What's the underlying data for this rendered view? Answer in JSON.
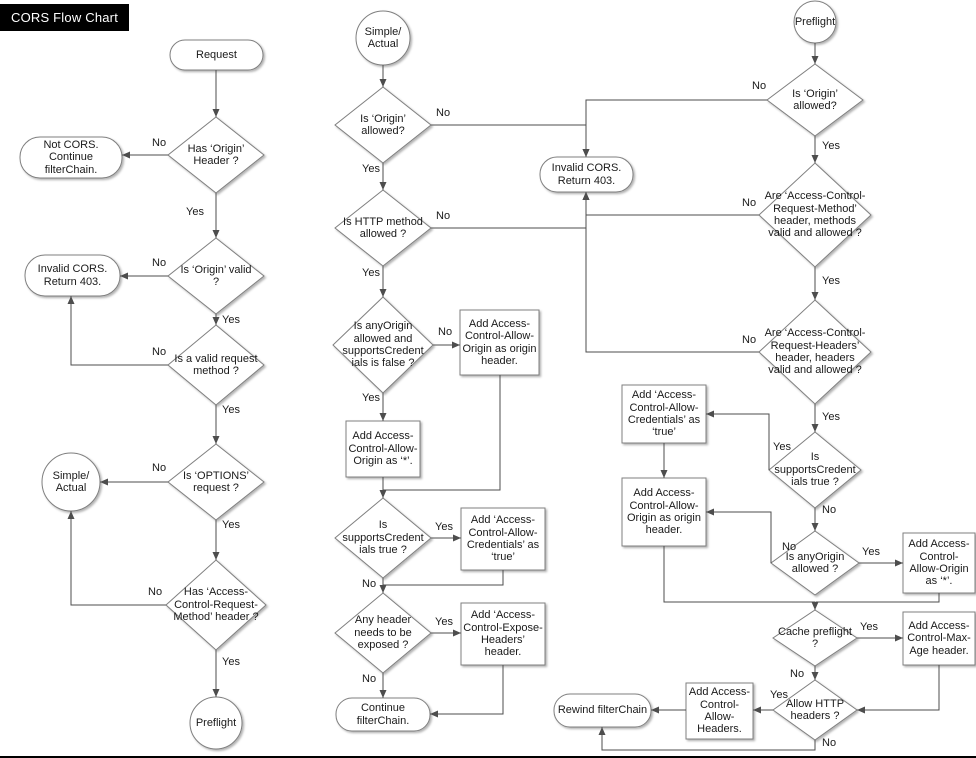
{
  "title": "CORS Flow Chart",
  "labels": {
    "yes": "Yes",
    "no": "No"
  },
  "nodes": {
    "request": "Request",
    "has_origin_header": "Has ‘Origin’ Header ?",
    "not_cors": "Not CORS. Continue filterChain.",
    "is_origin_valid": "Is ‘Origin’ valid ?",
    "invalid_cors_left": "Invalid CORS. Return 403.",
    "is_valid_request_method": "Is a valid request method ?",
    "simple_actual_left": "Simple/ Actual",
    "is_options_request": "Is ‘OPTIONS’ request ?",
    "has_acrm_header": "Has ‘Access-Control-Request-Method’ header ?",
    "preflight_left": "Preflight",
    "simple_actual_mid": "Simple/ Actual",
    "is_origin_allowed_mid": "Is ‘Origin’ allowed?",
    "invalid_cors_mid": "Invalid CORS. Return 403.",
    "is_http_method_allowed": "Is HTTP method allowed ?",
    "is_anyorigin_supportscred": "Is anyOrigin allowed and supportsCredent ials is false ?",
    "add_acao_origin_mid": "Add Access-Control-Allow-Origin as origin header.",
    "add_acao_star_mid": "Add Access-Control-Allow-Origin as ‘*’.",
    "is_supportscred_mid": "Is supportsCredent ials true ?",
    "add_acac_true_mid": "Add ‘Access-Control-Allow-Credentials’ as ‘true’",
    "any_header_exposed": "Any header needs to be exposed ?",
    "add_expose_headers": "Add ‘Access-Control-Expose-Headers’ header.",
    "continue_filterchain": "Continue filterChain.",
    "preflight_right": "Preflight",
    "is_origin_allowed_right": "Is ‘Origin’ allowed?",
    "are_acrm_valid": "Are ‘Access-Control-Request-Method’ header, methods  valid and allowed ?",
    "are_acrh_valid": "Are ‘Access-Control-Request-Headers’ header, headers valid and allowed ?",
    "add_acac_true_right": "Add ‘Access-Control-Allow-Credentials’ as ‘true’",
    "is_supportscred_right": "Is supportsCredent ials true ?",
    "add_acao_origin_right": "Add Access-Control-Allow-Origin as origin header.",
    "is_anyorigin_allowed": "Is anyOrigin allowed ?",
    "add_acao_star_right": "Add Access-Control-Allow-Origin as ‘*’.",
    "cache_preflight": "Cache preflight ?",
    "add_max_age": "Add Access-Control-Max-Age header.",
    "allow_http_headers": "Allow HTTP headers ?",
    "add_allow_headers": "Add Access-Control-Allow-Headers.",
    "rewind_filterchain": "Rewind filterChain"
  }
}
